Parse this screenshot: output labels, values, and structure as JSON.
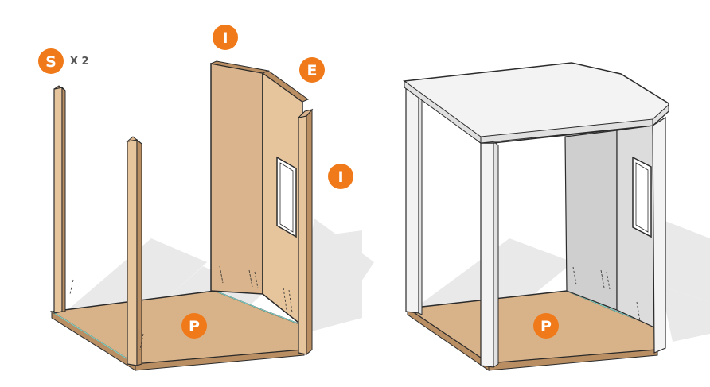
{
  "colors": {
    "badge": "#f07a1a",
    "wood_face": "#d9b48c",
    "wood_light": "#e6c49c",
    "wood_dark": "#b98e62",
    "floor": "#d8b289",
    "white_panel": "#f3f3f3",
    "grey_panel": "#cfcfcf",
    "shadow": "#e9e9e9",
    "outline": "#2b2b2b",
    "joint": "#7fd3c8"
  },
  "left_diagram": {
    "label_s": "S",
    "label_s_qty": "X 2",
    "label_i_top": "I",
    "label_e": "E",
    "label_i_right": "I",
    "label_p": "P"
  },
  "right_diagram": {
    "label_p": "P"
  }
}
